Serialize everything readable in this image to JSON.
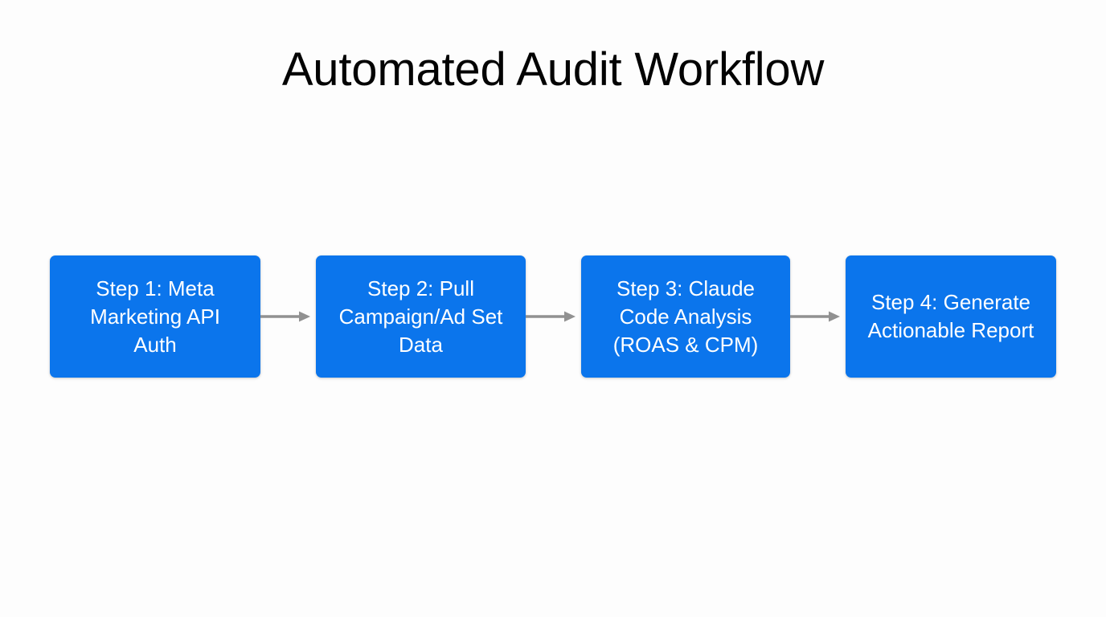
{
  "page": {
    "background_color": "#fdfdfd",
    "title": "Automated Audit Workflow"
  },
  "theme": {
    "node_fill": "#0b75ec",
    "node_text_color": "#ffffff",
    "arrow_color": "#919191",
    "title_color": "#030303"
  },
  "diagram": {
    "type": "flowchart",
    "orientation": "left-to-right",
    "node_count": 4,
    "connector_count": 3,
    "nodes": [
      {
        "id": "step-1",
        "label": "Step 1: Meta\nMarketing API\nAuth",
        "lines": [
          "Step 1: Meta",
          "Marketing API",
          "Auth"
        ]
      },
      {
        "id": "step-2",
        "label": "Step 2: Pull\nCampaign/Ad Set\nData",
        "lines": [
          "Step 2: Pull",
          "Campaign/Ad Set",
          "Data"
        ]
      },
      {
        "id": "step-3",
        "label": "Step 3: Claude\nCode Analysis\n(ROAS & CPM)",
        "lines": [
          "Step 3: Claude",
          "Code Analysis",
          "(ROAS & CPM)"
        ]
      },
      {
        "id": "step-4",
        "label": "Step 4: Generate\nActionable Report",
        "lines": [
          "Step 4: Generate",
          "Actionable Report"
        ]
      }
    ],
    "connectors": [
      {
        "id": "arrow-1-2",
        "from": "step-1",
        "to": "step-2",
        "style": "solid-arrow"
      },
      {
        "id": "arrow-2-3",
        "from": "step-2",
        "to": "step-3",
        "style": "solid-arrow"
      },
      {
        "id": "arrow-3-4",
        "from": "step-3",
        "to": "step-4",
        "style": "solid-arrow"
      }
    ]
  }
}
